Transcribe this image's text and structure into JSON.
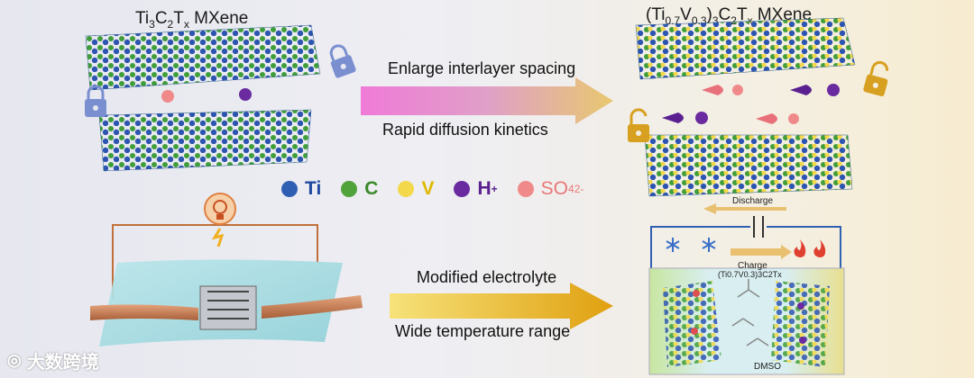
{
  "left_title": {
    "main": "Ti",
    "s1": "3",
    "c": "C",
    "s2": "2",
    "t": "T",
    "s3": "x",
    "rest": " MXene"
  },
  "right_title": {
    "open": "(Ti",
    "s1": "0.7",
    "v": "V",
    "s2": "0.3",
    "close": ")",
    "s3": "3",
    "c": "C",
    "s4": "2",
    "t": "T",
    "s5": "x",
    "rest": " MXene"
  },
  "arrow_top": {
    "label_above": "Enlarge interlayer spacing",
    "label_below": "Rapid diffusion kinetics"
  },
  "arrow_bottom": {
    "label_above": "Modified electrolyte",
    "label_below": "Wide temperature range"
  },
  "legend": [
    {
      "symbol": "Ti",
      "color": "#2f5fb3",
      "text_color": "#1f4aa0"
    },
    {
      "symbol": "C",
      "color": "#4fa33a",
      "text_color": "#3a8a2a"
    },
    {
      "symbol": "V",
      "color": "#f2d84a",
      "text_color": "#e0b800"
    },
    {
      "symbol": "H",
      "sup": "+",
      "color": "#6a2aa0",
      "text_color": "#5a2090"
    },
    {
      "symbol": "SO",
      "sub": "4",
      "sup": "2-",
      "color": "#f08a8a",
      "text_color": "#e87878"
    }
  ],
  "device": {
    "discharge_label": "Discharge",
    "charge_label": "Charge",
    "cell_label": "(Ti0.7V0.3)3C2Tx",
    "solvent_label": "DMSO"
  },
  "watermark": "大数跨境",
  "colors": {
    "ti": "#2f5fb3",
    "c": "#4fa33a",
    "v": "#f2d84a",
    "h": "#6a2aa0",
    "so4": "#f08a8a",
    "copper": "#d08a5a",
    "lock": "#7a8fd0",
    "unlock": "#d8a020"
  }
}
